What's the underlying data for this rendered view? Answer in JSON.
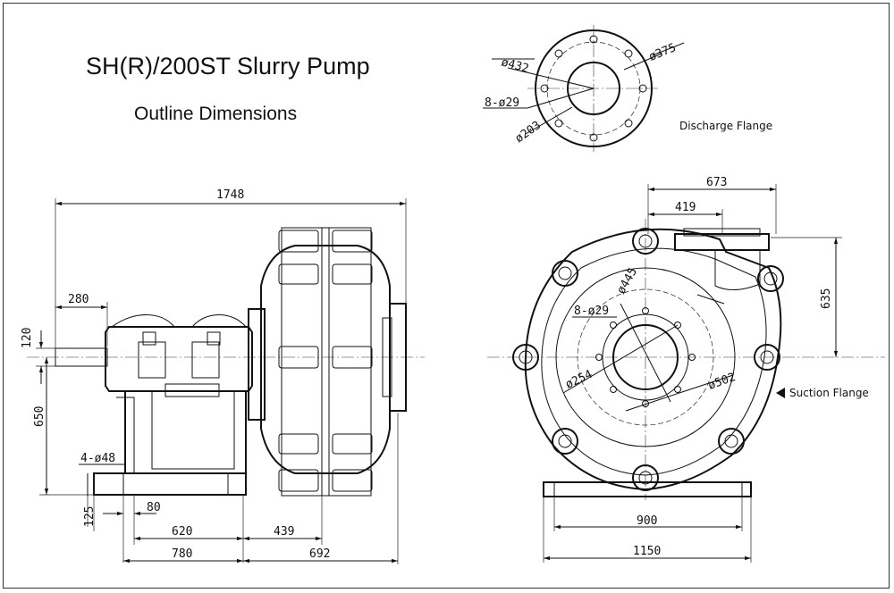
{
  "title": "SH(R)/200ST Slurry Pump",
  "subtitle": "Outline Dimensions",
  "discharge_flange": {
    "label": "Discharge Flange",
    "dims": {
      "outer": "ø432",
      "bolt_circle": "ø375",
      "bolts": "8-ø29",
      "bore": "ø203"
    }
  },
  "suction_flange": {
    "label": "Suction Flange",
    "dims": {
      "outer": "ø502",
      "bolt_circle": "ø445",
      "bolts": "8-ø29",
      "bore": "ø254"
    }
  },
  "side_view": {
    "overall_length": "1748",
    "shaft_extension": "280",
    "shaft_height": "120",
    "center_height": "650",
    "foot_holes": "4-ø48",
    "foot_thickness": "125",
    "foot_offset": "80",
    "foot_span": "620",
    "base_length": "780",
    "casing_offset": "439",
    "casing_length": "692"
  },
  "front_view": {
    "discharge_offset": "673",
    "discharge_center": "419",
    "discharge_height": "635",
    "base_inner": "900",
    "base_outer": "1150"
  }
}
